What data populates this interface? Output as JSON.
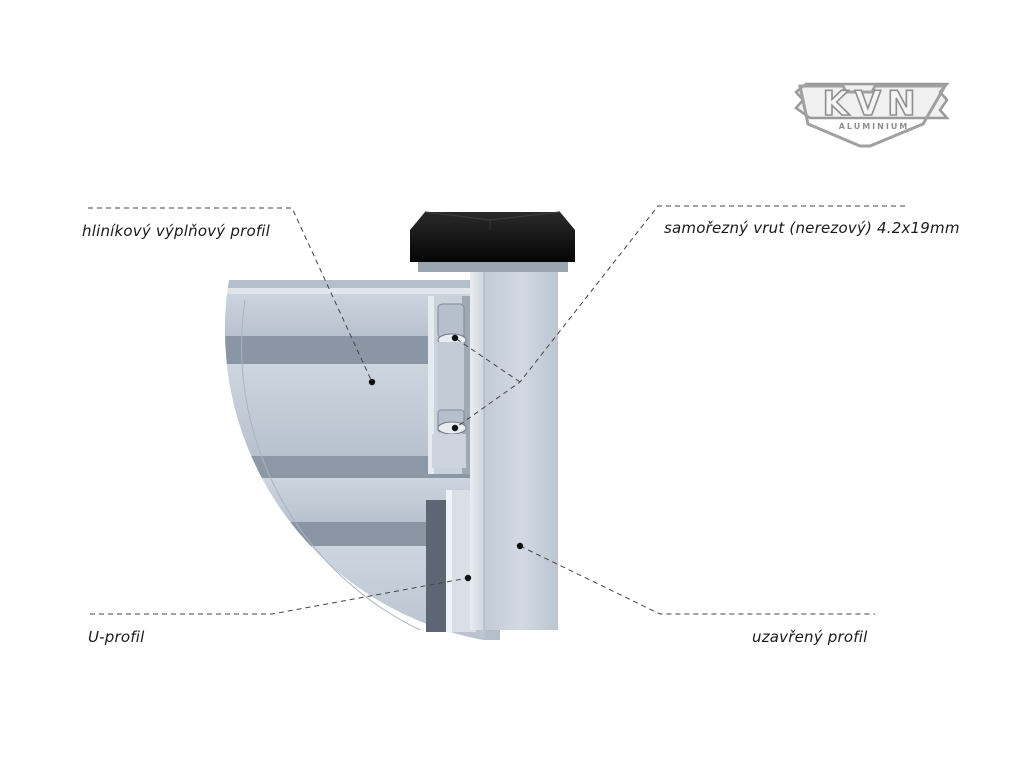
{
  "logo": {
    "brand": "KVN",
    "sub": "ALUMINIUM",
    "color": "#9a9a9a"
  },
  "labels": {
    "infill_profile": "hliníkový výplňový profil",
    "screw": "samořezný vrut (nerezový) 4.2x19mm",
    "u_profile": "U-profil",
    "closed_profile": "uzavřený profil"
  },
  "colors": {
    "aluminium_light": "#d6dde6",
    "aluminium_mid": "#b9c3cf",
    "aluminium_dark": "#7f8a97",
    "post_cap": "#0d0d0d",
    "leader_line": "#444444"
  }
}
